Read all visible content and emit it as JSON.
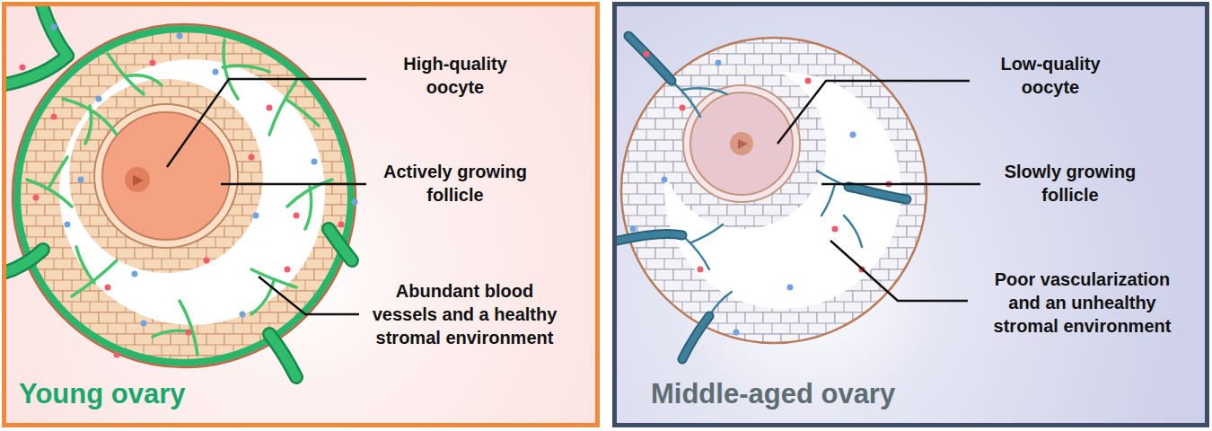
{
  "diagram": {
    "nodes": [
      {
        "text": [
          "Young ovary"
        ]
      },
      {
        "text": [
          "Middle-aged ovary"
        ]
      }
    ],
    "labels": [
      "High-quality oocyte",
      "Actively growing follicle",
      "Abundant blood vessels and a healthy stromal environment",
      "Low-quality oocyte",
      "Slowly growing follicle",
      "Poor vascularization and an unhealthy stromal environment"
    ]
  }
}
